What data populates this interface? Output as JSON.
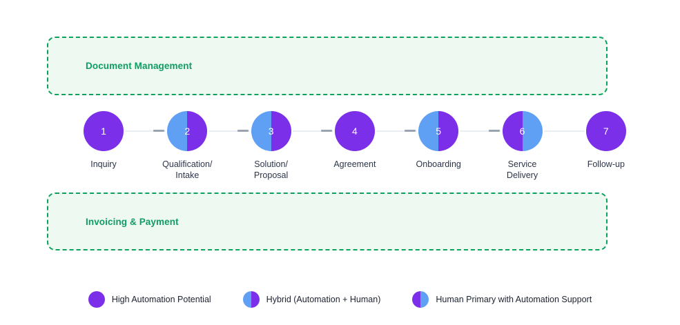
{
  "colors": {
    "purple": "#7c2fe8",
    "blue": "#5fa0f5",
    "band_fill": "#eef9f1",
    "band_border": "#0aa05e",
    "band_text": "#0f9d63",
    "connector": "#e9edf4",
    "arrow": "#9aa4b1",
    "label_text": "#2b3447",
    "background": "#ffffff"
  },
  "bands": {
    "top": {
      "label": "Document Management"
    },
    "bottom": {
      "label": "Invoicing & Payment"
    }
  },
  "chart_data": {
    "type": "diagram",
    "title": "",
    "steps": [
      {
        "number": "1",
        "label": "Inquiry",
        "category": "high-automation",
        "left_color": "#7c2fe8",
        "right_color": "#7c2fe8"
      },
      {
        "number": "2",
        "label": "Qualification/\nIntake",
        "category": "hybrid",
        "left_color": "#5fa0f5",
        "right_color": "#7c2fe8"
      },
      {
        "number": "3",
        "label": "Solution/\nProposal",
        "category": "hybrid",
        "left_color": "#5fa0f5",
        "right_color": "#7c2fe8"
      },
      {
        "number": "4",
        "label": "Agreement",
        "category": "high-automation",
        "left_color": "#7c2fe8",
        "right_color": "#7c2fe8"
      },
      {
        "number": "5",
        "label": "Onboarding",
        "category": "hybrid",
        "left_color": "#5fa0f5",
        "right_color": "#7c2fe8"
      },
      {
        "number": "6",
        "label": "Service\nDelivery",
        "category": "human-primary",
        "left_color": "#7c2fe8",
        "right_color": "#5fa0f5"
      },
      {
        "number": "7",
        "label": "Follow-up",
        "category": "high-automation",
        "left_color": "#7c2fe8",
        "right_color": "#7c2fe8"
      }
    ]
  },
  "legend": {
    "items": [
      {
        "label": "High Automation Potential",
        "left_color": "#7c2fe8",
        "right_color": "#7c2fe8"
      },
      {
        "label": "Hybrid (Automation + Human)",
        "left_color": "#5fa0f5",
        "right_color": "#7c2fe8"
      },
      {
        "label": "Human Primary with Automation Support",
        "left_color": "#7c2fe8",
        "right_color": "#5fa0f5"
      }
    ]
  }
}
